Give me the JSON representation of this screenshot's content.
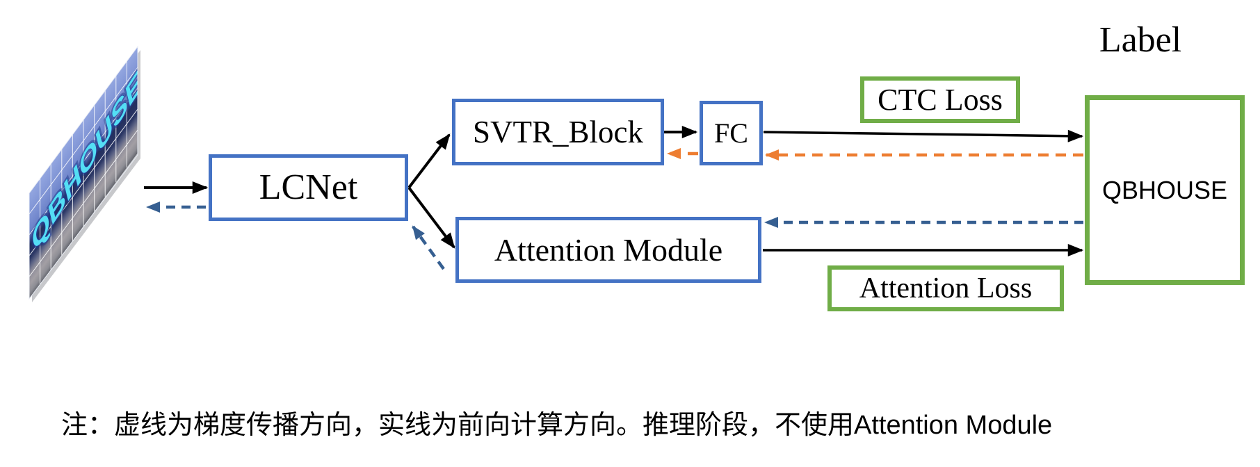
{
  "diagram": {
    "note": "注：虚线为梯度传播方向，实线为前向计算方向。推理阶段，不使用Attention Module",
    "input_image": {
      "sign_text": "QBHOUSE"
    },
    "nodes": {
      "lcnet": {
        "label": "LCNet"
      },
      "svtr_block": {
        "label": "SVTR_Block"
      },
      "fc": {
        "label": "FC"
      },
      "attention_module": {
        "label": "Attention Module"
      }
    },
    "losses": {
      "ctc": {
        "label": "CTC Loss"
      },
      "attention": {
        "label": "Attention Loss"
      }
    },
    "label": {
      "title": "Label",
      "value": "QBHOUSE"
    },
    "colors": {
      "node_border_blue": "#4472C4",
      "loss_border_green": "#70AD47",
      "forward_arrow_black": "#000000",
      "ctc_gradient_dash_orange": "#ED7D31",
      "attention_gradient_dash_blue": "#365F91",
      "sign_text_cyan": "#54DEF4"
    }
  }
}
